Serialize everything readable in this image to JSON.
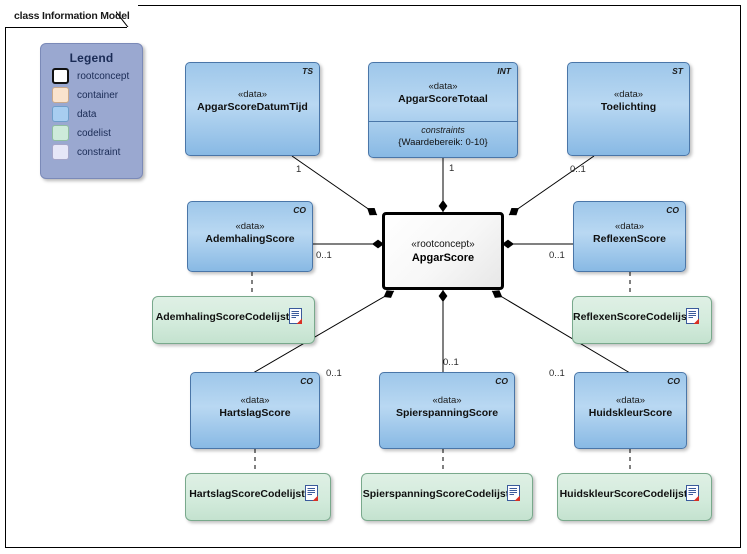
{
  "frame": {
    "title": "class Information Model"
  },
  "legend": {
    "title": "Legend",
    "items": [
      {
        "label": "rootconcept",
        "color": "#ffffff"
      },
      {
        "label": "container",
        "color": "#fae3cd"
      },
      {
        "label": "data",
        "color": "#a8cdf0"
      },
      {
        "label": "codelist",
        "color": "#cdeada"
      },
      {
        "label": "constraint",
        "color": "#e6e6f7"
      }
    ]
  },
  "root": {
    "stereotype": "«rootconcept»",
    "name": "ApgarScore"
  },
  "nodes": [
    {
      "stereotype": "«data»",
      "name": "ApgarScoreDatumTijd",
      "tag": "TS"
    },
    {
      "stereotype": "«data»",
      "name": "ApgarScoreTotaal",
      "tag": "INT",
      "constraints_label": "constraints",
      "constraints_value": "{Waardebereik: 0-10}"
    },
    {
      "stereotype": "«data»",
      "name": "Toelichting",
      "tag": "ST"
    },
    {
      "stereotype": "«data»",
      "name": "AdemhalingScore",
      "tag": "CO"
    },
    {
      "stereotype": "«data»",
      "name": "ReflexenScore",
      "tag": "CO"
    },
    {
      "stereotype": "«data»",
      "name": "HartslagScore",
      "tag": "CO"
    },
    {
      "stereotype": "«data»",
      "name": "SpierspanningScore",
      "tag": "CO"
    },
    {
      "stereotype": "«data»",
      "name": "HuidskleurScore",
      "tag": "CO"
    }
  ],
  "codelists": [
    {
      "name": "AdemhalingScoreCodelijst",
      "icon": "document-icon"
    },
    {
      "name": "ReflexenScoreCodelijst",
      "icon": "document-icon"
    },
    {
      "name": "HartslagScoreCodelijst",
      "icon": "document-icon"
    },
    {
      "name": "SpierspanningScoreCodelijst",
      "icon": "document-icon"
    },
    {
      "name": "HuidskleurScoreCodelijst",
      "icon": "document-icon"
    }
  ],
  "multiplicities": [
    {
      "value": "1",
      "for": "ApgarScoreDatumTijd"
    },
    {
      "value": "1",
      "for": "ApgarScoreTotaal"
    },
    {
      "value": "0..1",
      "for": "Toelichting"
    },
    {
      "value": "0..1",
      "for": "AdemhalingScore"
    },
    {
      "value": "0..1",
      "for": "ReflexenScore"
    },
    {
      "value": "0..1",
      "for": "HartslagScore"
    },
    {
      "value": "0..1",
      "for": "SpierspanningScore"
    },
    {
      "value": "0..1",
      "for": "HuidskleurScore"
    }
  ],
  "colors": {
    "data_fill": "#a8cdf0",
    "codelist_fill": "#cdeada",
    "legend_fill": "#9aa8d0",
    "root_fill": "#ffffff",
    "line": "#000000"
  }
}
